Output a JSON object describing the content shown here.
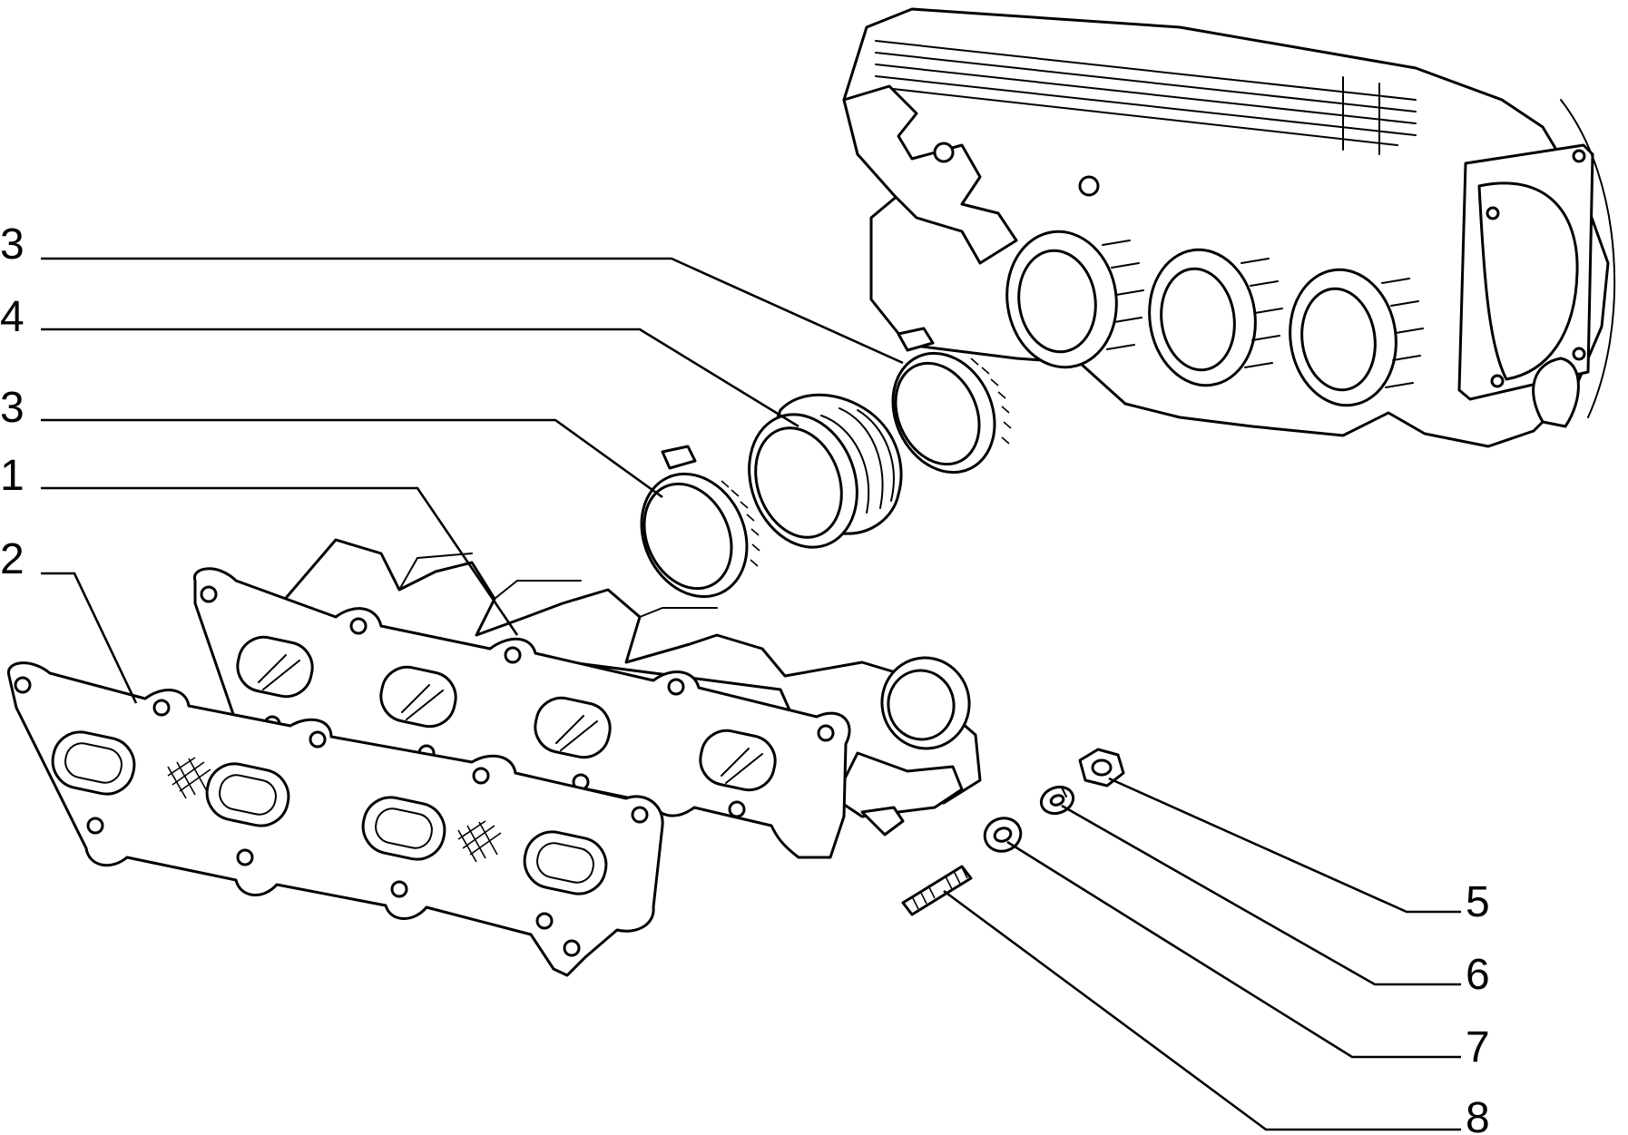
{
  "callouts": [
    {
      "id": "c3a",
      "text": "3"
    },
    {
      "id": "c4",
      "text": "4"
    },
    {
      "id": "c3b",
      "text": "3"
    },
    {
      "id": "c1",
      "text": "1"
    },
    {
      "id": "c2",
      "text": "2"
    },
    {
      "id": "c5",
      "text": "5"
    },
    {
      "id": "c6",
      "text": "6"
    },
    {
      "id": "c7",
      "text": "7"
    },
    {
      "id": "c8",
      "text": "8"
    }
  ],
  "colors": {
    "ink": "#000000",
    "paper": "#ffffff"
  }
}
